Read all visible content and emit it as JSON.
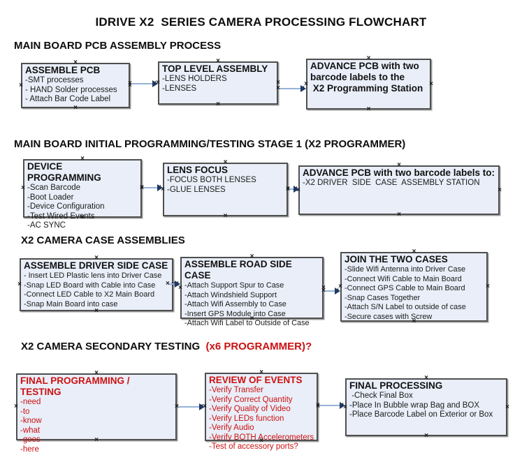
{
  "title": "IDRIVE X2  SERIES CAMERA PROCESSING FLOWCHART",
  "glyphs": {
    "connection_handle": "×"
  },
  "colors": {
    "box_fill": "#e9eef8",
    "box_border": "#4f4f4f",
    "accent_red": "#cc1111",
    "connector_line": "#95b3d7",
    "connector_arrowhead": "#1f3864"
  },
  "sections": [
    {
      "heading": "MAIN BOARD PCB ASSEMBLY PROCESS",
      "boxes": [
        {
          "title": "ASSEMBLE PCB",
          "items": [
            "-SMT processes",
            "- HAND Solder processes",
            "- Attach Bar Code Label"
          ]
        },
        {
          "title": "TOP LEVEL ASSEMBLY",
          "items": [
            "-LENS HOLDERS",
            "-LENSES"
          ]
        },
        {
          "title": "ADVANCE PCB with two\nbarcode labels to the\n X2 Programming Station",
          "items": []
        }
      ]
    },
    {
      "heading": "MAIN BOARD INITIAL PROGRAMMING/TESTING STAGE 1 (X2 PROGRAMMER)",
      "boxes": [
        {
          "title": "DEVICE PROGRAMMING",
          "items": [
            "-Scan Barcode",
            "-Boot Loader",
            "-Device Configuration",
            "-Test Wired Events",
            "-AC SYNC"
          ]
        },
        {
          "title": "LENS FOCUS",
          "items": [
            "-FOCUS BOTH LENSES",
            "-GLUE LENSES"
          ]
        },
        {
          "title": "ADVANCE PCB with two barcode labels to:",
          "items": [
            "-X2 DRIVER  SIDE  CASE  ASSEMBLY STATION"
          ]
        }
      ]
    },
    {
      "heading": "X2 CAMERA CASE ASSEMBLIES",
      "boxes": [
        {
          "title": "ASSEMBLE DRIVER SIDE CASE",
          "items": [
            "- Insert LED Plastic lens into Driver Case",
            "-Snap LED Board with Cable into Case",
            "-Connect LED Cable to X2 Main Board",
            "-Snap Main Board into case"
          ]
        },
        {
          "title": "ASSEMBLE ROAD SIDE CASE",
          "items": [
            "-Attach Support Spur to Case",
            "-Attach Windshield Support",
            "-Attach Wifi Assembly to Case",
            "-Insert GPS Module into Case",
            "-Attach Wifi Label to Outside of Case"
          ]
        },
        {
          "title": "JOIN THE TWO CASES",
          "items": [
            "-Slide Wifi Antenna into Driver Case",
            "-Connect Wifi Cable to Main Board",
            "-Connect GPS Cable to Main Board",
            "-Snap Cases Together",
            "-Attach S/N Label to outside of case",
            "-Secure cases with Screw"
          ]
        }
      ]
    },
    {
      "heading": "X2 CAMERA SECONDARY TESTING  ",
      "heading_red": "(x6 PROGRAMMER)?",
      "boxes": [
        {
          "title": "FINAL PROGRAMMING / TESTING",
          "items": [
            "-need",
            "-to",
            "-know",
            "-what",
            "-goes",
            "-here"
          ]
        },
        {
          "title": "REVIEW OF EVENTS",
          "items": [
            "-Verify Transfer",
            "-Verify Correct Quantity",
            "-Verify Quality of Video",
            "-Verify LEDs function",
            "-Verify Audio",
            "-Verify BOTH Accelerometers",
            "-Test of accessory ports?"
          ]
        },
        {
          "title": "FINAL PROCESSING",
          "items": [
            " -Check Final Box",
            "-Place In Bubble wrap Bag and BOX",
            "-Place Barcode Label on Exterior or Box"
          ]
        }
      ]
    }
  ]
}
